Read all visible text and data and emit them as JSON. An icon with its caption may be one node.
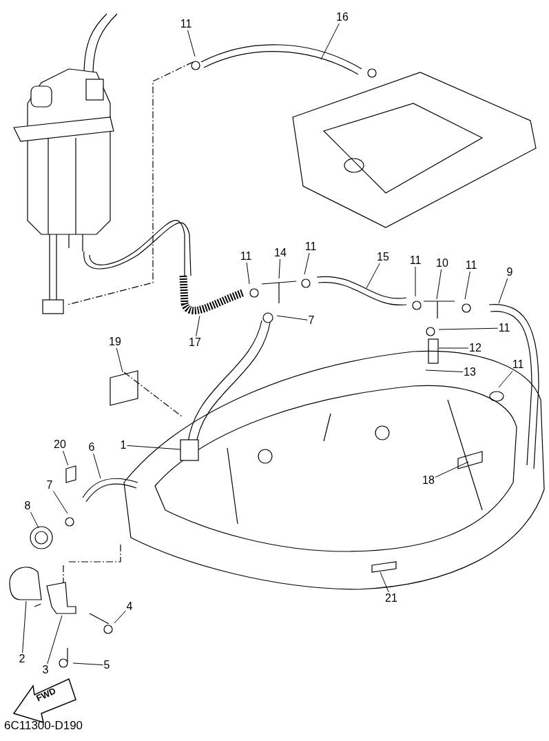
{
  "diagram": {
    "nodes": [
      {
        "text": [
          "11"
        ]
      },
      {
        "text": [
          "16"
        ]
      },
      {
        "text": [
          "11"
        ]
      },
      {
        "text": [
          "14"
        ]
      },
      {
        "text": [
          "11"
        ]
      },
      {
        "text": [
          "15"
        ]
      },
      {
        "text": [
          "11"
        ]
      },
      {
        "text": [
          "10"
        ]
      },
      {
        "text": [
          "11"
        ]
      },
      {
        "text": [
          "9"
        ]
      },
      {
        "text": [
          "7"
        ]
      },
      {
        "text": [
          "11"
        ]
      },
      {
        "text": [
          "12"
        ]
      },
      {
        "text": [
          "19"
        ]
      },
      {
        "text": [
          "17"
        ]
      },
      {
        "text": [
          "13"
        ]
      },
      {
        "text": [
          "11"
        ]
      },
      {
        "text": [
          "1"
        ]
      },
      {
        "text": [
          "20"
        ]
      },
      {
        "text": [
          "6"
        ]
      },
      {
        "text": [
          "18"
        ]
      },
      {
        "text": [
          "7"
        ]
      },
      {
        "text": [
          "8"
        ]
      },
      {
        "text": [
          "4"
        ]
      },
      {
        "text": [
          "21"
        ]
      },
      {
        "text": [
          "2"
        ]
      },
      {
        "text": [
          "3"
        ]
      },
      {
        "text": [
          "5"
        ]
      },
      {
        "text": [],
        "shape": "box"
      }
    ],
    "edges": [
      {
        "from": 0,
        "to": null,
        "arrow": "none"
      },
      {
        "from": 1,
        "to": null,
        "arrow": "none"
      },
      {
        "from": 2,
        "to": null,
        "arrow": "none"
      },
      {
        "from": 3,
        "to": null,
        "arrow": "none"
      },
      {
        "from": 4,
        "to": null,
        "arrow": "none"
      },
      {
        "from": 5,
        "to": null,
        "arrow": "none"
      },
      {
        "from": 6,
        "to": null,
        "arrow": "none"
      },
      {
        "from": 7,
        "to": null,
        "arrow": "none"
      },
      {
        "from": 8,
        "to": null,
        "arrow": "none"
      },
      {
        "from": 9,
        "to": null,
        "arrow": "none"
      },
      {
        "from": 10,
        "to": null,
        "arrow": "none"
      },
      {
        "from": 11,
        "to": null,
        "arrow": "none"
      },
      {
        "from": 12,
        "to": null,
        "arrow": "none"
      },
      {
        "from": 13,
        "to": null,
        "arrow": "none"
      },
      {
        "from": 14,
        "to": null,
        "arrow": "none"
      },
      {
        "from": 15,
        "to": null,
        "arrow": "none"
      },
      {
        "from": 16,
        "to": null,
        "arrow": "none"
      },
      {
        "from": 17,
        "to": null,
        "arrow": "none"
      },
      {
        "from": 18,
        "to": 28,
        "arrow": "none"
      },
      {
        "from": 19,
        "to": null,
        "arrow": "none"
      },
      {
        "from": 20,
        "to": null,
        "arrow": "none"
      },
      {
        "from": 21,
        "to": null,
        "arrow": "none"
      },
      {
        "from": 22,
        "to": null,
        "arrow": "none"
      },
      {
        "from": 23,
        "to": null,
        "arrow": "none"
      },
      {
        "from": 24,
        "to": null,
        "arrow": "none"
      },
      {
        "from": 25,
        "to": null,
        "arrow": "none"
      },
      {
        "from": 26,
        "to": null,
        "arrow": "none"
      },
      {
        "from": 27,
        "to": null,
        "arrow": "none"
      }
    ],
    "labels": [
      "FWD",
      "6C11300-D190"
    ]
  }
}
